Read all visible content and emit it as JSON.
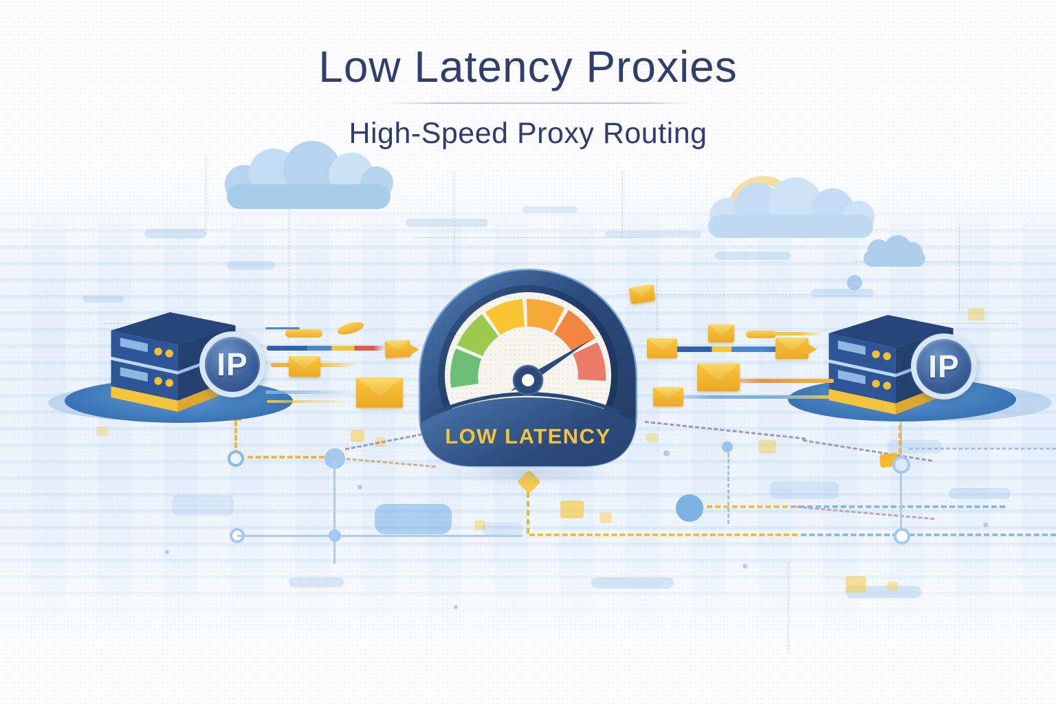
{
  "header": {
    "title": "Low Latency Proxies",
    "subtitle": "High-Speed Proxy Routing",
    "text_color": "#303e6e"
  },
  "gauge": {
    "label": "LOW LATENCY",
    "label_color": "#f2c33c",
    "body_color": "#2c4a7c",
    "face_color": "#f6f4ee",
    "segment_colors": [
      "#6dbe74",
      "#9aca4e",
      "#f9c42f",
      "#f6a938",
      "#f0863f",
      "#ec7b68"
    ],
    "needle_color": "#2c4a7c",
    "needle_points_to": "between orange and red segments (upper right)"
  },
  "servers": {
    "left": {
      "badge_label": "IP"
    },
    "right": {
      "badge_label": "IP"
    },
    "body_color": "#2e5596",
    "top_color": "#27457a",
    "base_color": "#f3c53d",
    "badge_text_color": "#eef4fb"
  },
  "scene": {
    "envelope_color": "#f5b93a",
    "platform_color": "#3b75b7",
    "cloud_color": "#b9d6f0",
    "connector_colors": {
      "yellow": "#f0b63c",
      "blue": "#9cc2e8",
      "purple": "#9e97b5",
      "tan": "#cdb089"
    }
  }
}
